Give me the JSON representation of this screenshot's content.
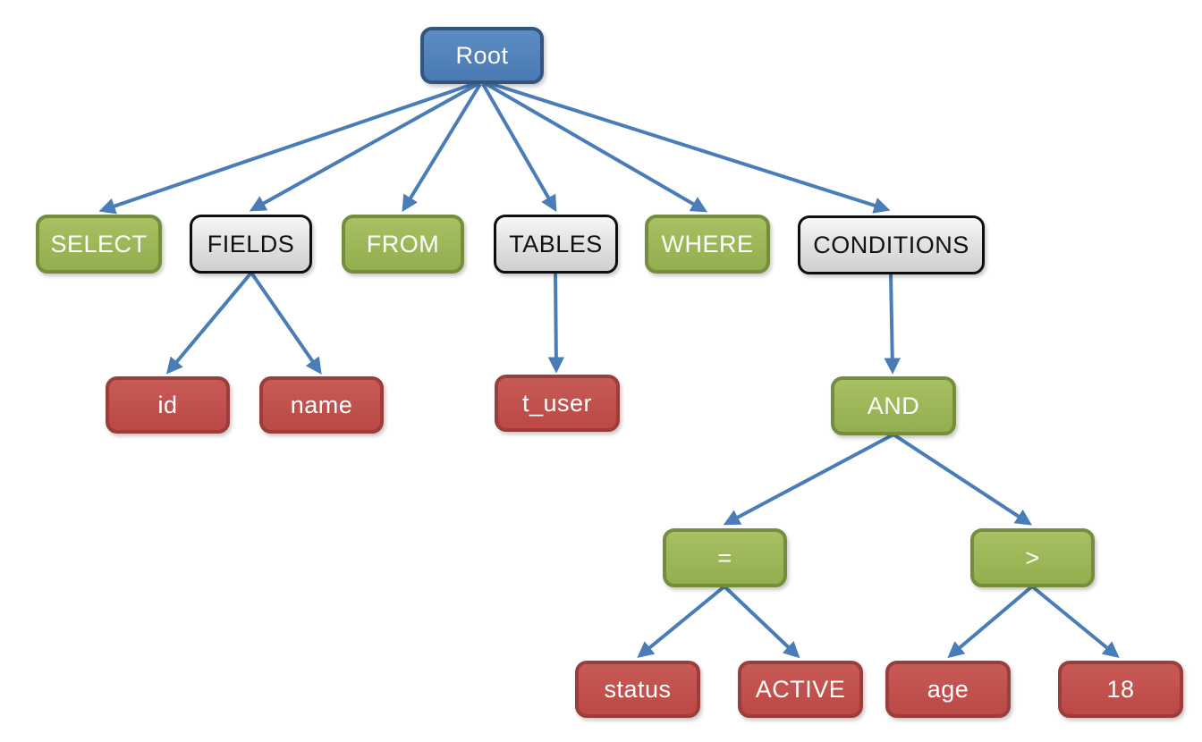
{
  "diagram": {
    "type": "tree",
    "title": "SQL query parse tree",
    "colors": {
      "root_fill": "#4F81BD",
      "root_border": "#34567D",
      "keyword_fill": "#9BBB59",
      "keyword_border": "#758E3E",
      "container_fill": "#E3E3E3",
      "container_border": "#0D0D0D",
      "value_fill": "#C0504D",
      "value_border": "#9A3E3B",
      "arrow": "#4A7DB8",
      "background": "#FFFFFF"
    },
    "nodes": {
      "root": {
        "label": "Root",
        "type": "root"
      },
      "select": {
        "label": "SELECT",
        "type": "keyword"
      },
      "fields": {
        "label": "FIELDS",
        "type": "container"
      },
      "from": {
        "label": "FROM",
        "type": "keyword"
      },
      "tables": {
        "label": "TABLES",
        "type": "container"
      },
      "where": {
        "label": "WHERE",
        "type": "keyword"
      },
      "conditions": {
        "label": "CONDITIONS",
        "type": "container"
      },
      "id": {
        "label": "id",
        "type": "value"
      },
      "name": {
        "label": "name",
        "type": "value"
      },
      "t_user": {
        "label": "t_user",
        "type": "value"
      },
      "and": {
        "label": "AND",
        "type": "keyword"
      },
      "eq": {
        "label": "=",
        "type": "keyword"
      },
      "gt": {
        "label": ">",
        "type": "keyword"
      },
      "status": {
        "label": "status",
        "type": "value"
      },
      "active": {
        "label": "ACTIVE",
        "type": "value"
      },
      "age": {
        "label": "age",
        "type": "value"
      },
      "eighteen": {
        "label": "18",
        "type": "value"
      }
    },
    "edges": [
      [
        "root",
        "select"
      ],
      [
        "root",
        "fields"
      ],
      [
        "root",
        "from"
      ],
      [
        "root",
        "tables"
      ],
      [
        "root",
        "where"
      ],
      [
        "root",
        "conditions"
      ],
      [
        "fields",
        "id"
      ],
      [
        "fields",
        "name"
      ],
      [
        "tables",
        "t_user"
      ],
      [
        "conditions",
        "and"
      ],
      [
        "and",
        "eq"
      ],
      [
        "and",
        "gt"
      ],
      [
        "eq",
        "status"
      ],
      [
        "eq",
        "active"
      ],
      [
        "gt",
        "age"
      ],
      [
        "gt",
        "eighteen"
      ]
    ]
  }
}
